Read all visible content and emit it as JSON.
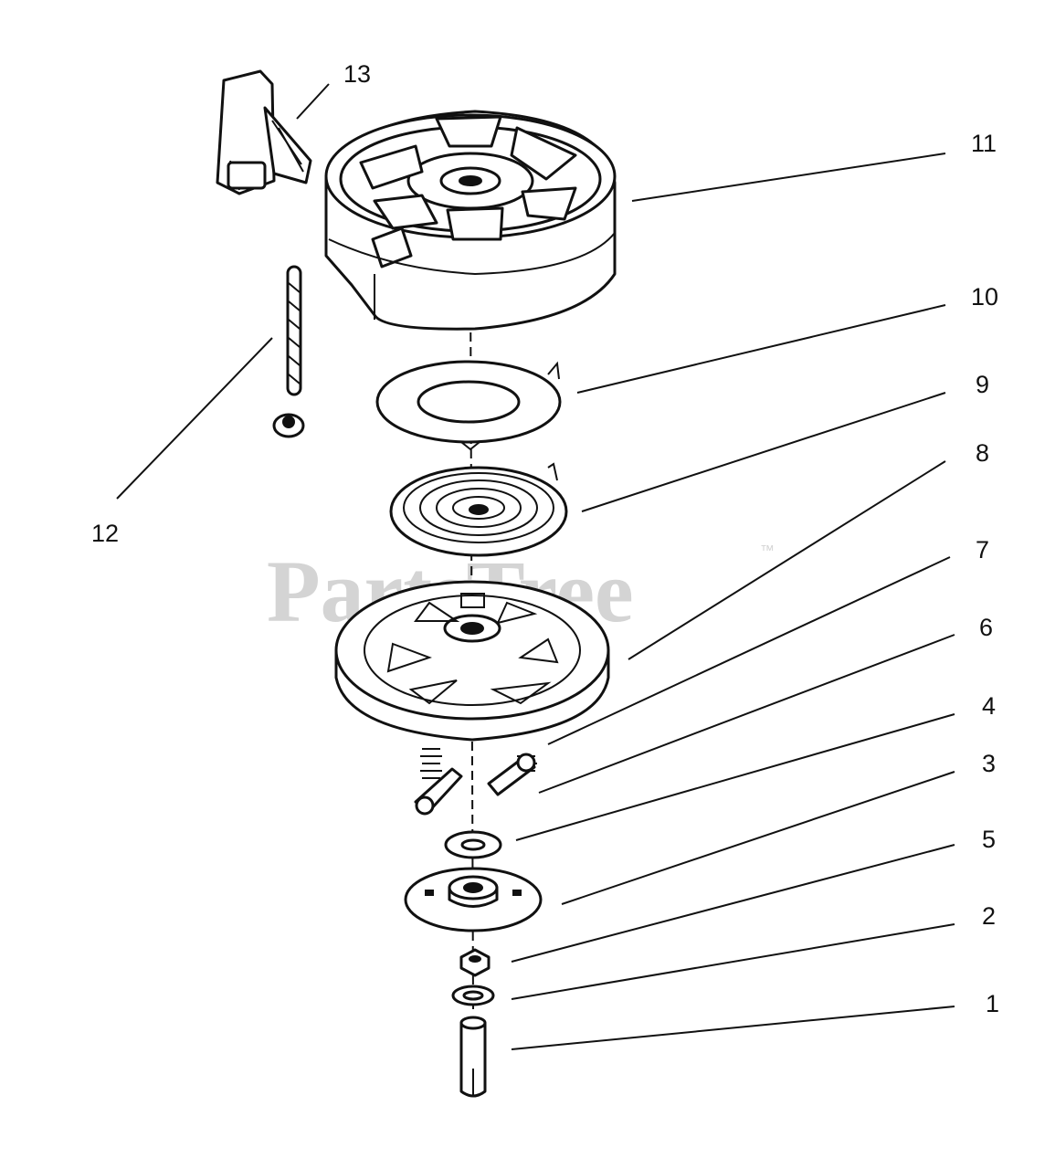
{
  "watermark": {
    "brand": "PartsTree",
    "trademark": "™"
  },
  "callouts": [
    {
      "id": "13",
      "label": "13"
    },
    {
      "id": "11",
      "label": "11"
    },
    {
      "id": "10",
      "label": "10"
    },
    {
      "id": "9",
      "label": "9"
    },
    {
      "id": "8",
      "label": "8"
    },
    {
      "id": "12",
      "label": "12"
    },
    {
      "id": "7",
      "label": "7"
    },
    {
      "id": "6",
      "label": "6"
    },
    {
      "id": "4",
      "label": "4"
    },
    {
      "id": "3",
      "label": "3"
    },
    {
      "id": "5",
      "label": "5"
    },
    {
      "id": "2",
      "label": "2"
    },
    {
      "id": "1",
      "label": "1"
    }
  ]
}
